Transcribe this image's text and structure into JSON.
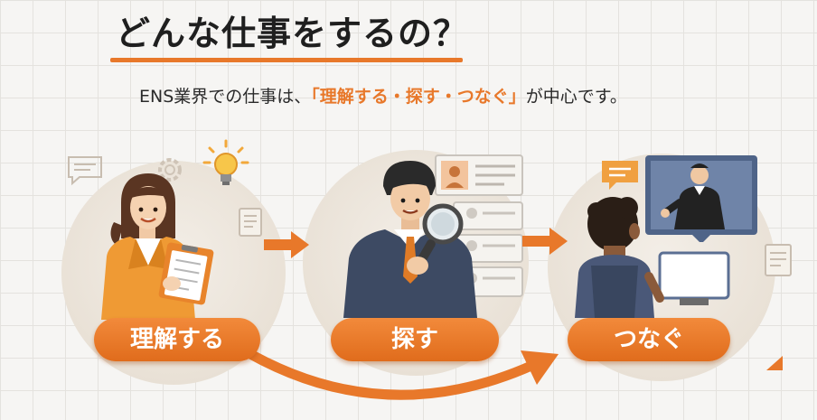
{
  "title": "どんな仕事をするの？",
  "subtitle": {
    "before": "ENS業界での仕事は、",
    "highlight": "「理解する・探す・つなぐ」",
    "after": "が中心です。"
  },
  "steps": [
    {
      "label": "理解する",
      "illustration": "woman-with-clipboard"
    },
    {
      "label": "探す",
      "illustration": "man-with-magnifier-and-profiles"
    },
    {
      "label": "つなぐ",
      "illustration": "person-on-video-call"
    }
  ],
  "colors": {
    "accent": "#e8782a",
    "text": "#1f1f1f",
    "background": "#f6f5f3"
  }
}
